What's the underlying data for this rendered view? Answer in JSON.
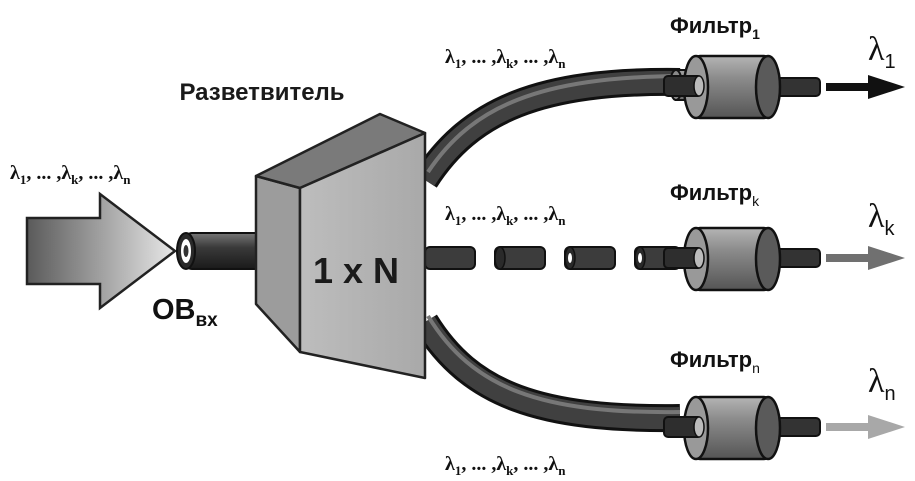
{
  "splitter": {
    "title": "Разветвитель",
    "ratio": "1 x N"
  },
  "input": {
    "fiber_label_main": "OB",
    "fiber_label_sub": "вх",
    "wavelengths": {
      "l1": "λ",
      "s1": "1",
      "sep1": ", ... ,",
      "lk": "λ",
      "sk": "k",
      "sep2": ", ... ,",
      "ln": "λ",
      "sn": "n"
    }
  },
  "branches": [
    {
      "wavelengths": {
        "l1": "λ",
        "s1": "1",
        "sep1": ", ... ,",
        "lk": "λ",
        "sk": "k",
        "sep2": ", ... ,",
        "ln": "λ",
        "sn": "n"
      },
      "filter_label": "Фильтр",
      "filter_sub": "1",
      "output_symbol": "λ",
      "output_sub": "1",
      "arrow_color": "#111111"
    },
    {
      "wavelengths": {
        "l1": "λ",
        "s1": "1",
        "sep1": ", ... ,",
        "lk": "λ",
        "sk": "k",
        "sep2": ", ... ,",
        "ln": "λ",
        "sn": "n"
      },
      "filter_label": "Фильтр",
      "filter_sub": "k",
      "output_symbol": "λ",
      "output_sub": "k",
      "arrow_color": "#707070"
    },
    {
      "wavelengths": {
        "l1": "λ",
        "s1": "1",
        "sep1": ", ... ,",
        "lk": "λ",
        "sk": "k",
        "sep2": ", ... ,",
        "ln": "λ",
        "sn": "n"
      },
      "filter_label": "Фильтр",
      "filter_sub": "n",
      "output_symbol": "λ",
      "output_sub": "n",
      "arrow_color": "#a8a8a8"
    }
  ]
}
